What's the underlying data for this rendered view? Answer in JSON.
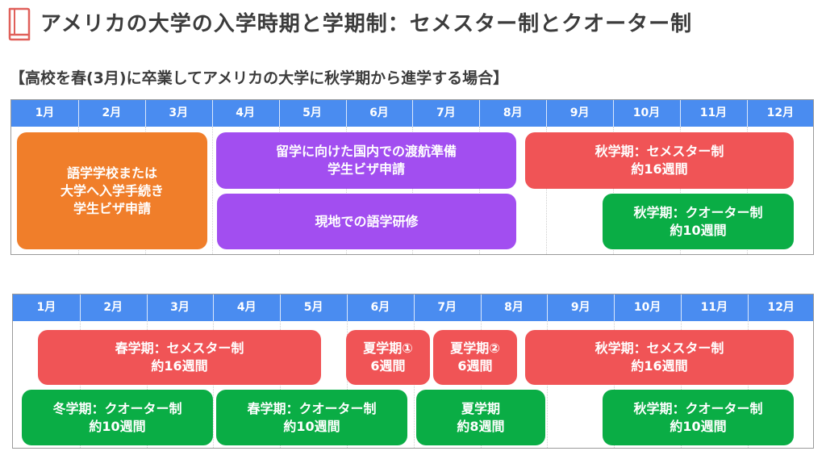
{
  "title": "アメリカの大学の入学時期と学期制：セメスター制とクオーター制",
  "subtitle": "【高校を春(3月)に卒業してアメリカの大学に秋学期から進学する場合】",
  "colors": {
    "header": "#4a8cf0",
    "orange": "#f07e2a",
    "purple": "#a24ef0",
    "red": "#f05456",
    "green": "#0aad45"
  },
  "months": [
    "1月",
    "2月",
    "3月",
    "4月",
    "5月",
    "6月",
    "7月",
    "8月",
    "9月",
    "10月",
    "11月",
    "12月"
  ],
  "timeline1": {
    "bars": [
      {
        "lines": [
          "語学学校または",
          "大学へ入学手続き",
          "学生ビザ申請"
        ],
        "color": "orange"
      },
      {
        "lines": [
          "留学に向けた国内での渡航準備",
          "学生ビザ申請"
        ],
        "color": "purple"
      },
      {
        "lines": [
          "秋学期：セメスター制",
          "約16週間"
        ],
        "color": "red"
      },
      {
        "lines": [
          "現地での語学研修"
        ],
        "color": "purple"
      },
      {
        "lines": [
          "秋学期：クオーター制",
          "約10週間"
        ],
        "color": "green"
      }
    ]
  },
  "timeline2": {
    "bars": [
      {
        "lines": [
          "春学期：セメスター制",
          "約16週間"
        ],
        "color": "red"
      },
      {
        "lines": [
          "夏学期①",
          "6週間"
        ],
        "color": "red"
      },
      {
        "lines": [
          "夏学期②",
          "6週間"
        ],
        "color": "red"
      },
      {
        "lines": [
          "秋学期：セメスター制",
          "約16週間"
        ],
        "color": "red"
      },
      {
        "lines": [
          "冬学期：クオーター制",
          "約10週間"
        ],
        "color": "green"
      },
      {
        "lines": [
          "春学期：クオーター制",
          "約10週間"
        ],
        "color": "green"
      },
      {
        "lines": [
          "夏学期",
          "約8週間"
        ],
        "color": "green"
      },
      {
        "lines": [
          "秋学期：クオーター制",
          "約10週間"
        ],
        "color": "green"
      }
    ]
  }
}
